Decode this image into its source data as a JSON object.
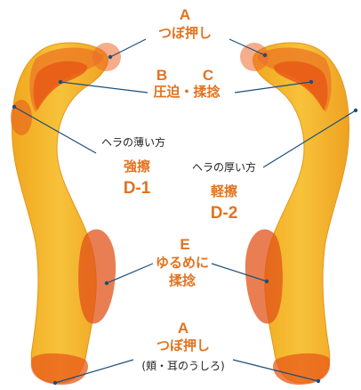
{
  "label_a_top": {
    "letter": "A",
    "text": "つぼ押し"
  },
  "label_bc": {
    "letter_b": "B",
    "letter_c": "C",
    "text": "圧迫・揉捻"
  },
  "label_d1": {
    "note": "ヘラの薄い方",
    "text": "強擦",
    "code": "D-1"
  },
  "label_d2": {
    "note": "ヘラの厚い方",
    "text": "軽擦",
    "code": "D-2"
  },
  "label_e": {
    "letter": "E",
    "line1": "ゆるめに",
    "line2": "揉捻"
  },
  "label_a_bottom": {
    "letter": "A",
    "text": "つぼ押し",
    "note": "(頬・耳のうしろ)"
  },
  "colors": {
    "body": "#f4b428",
    "highlight": "#ec6a1c",
    "text_accent": "#e2731f",
    "leader": "#1c4f78"
  }
}
